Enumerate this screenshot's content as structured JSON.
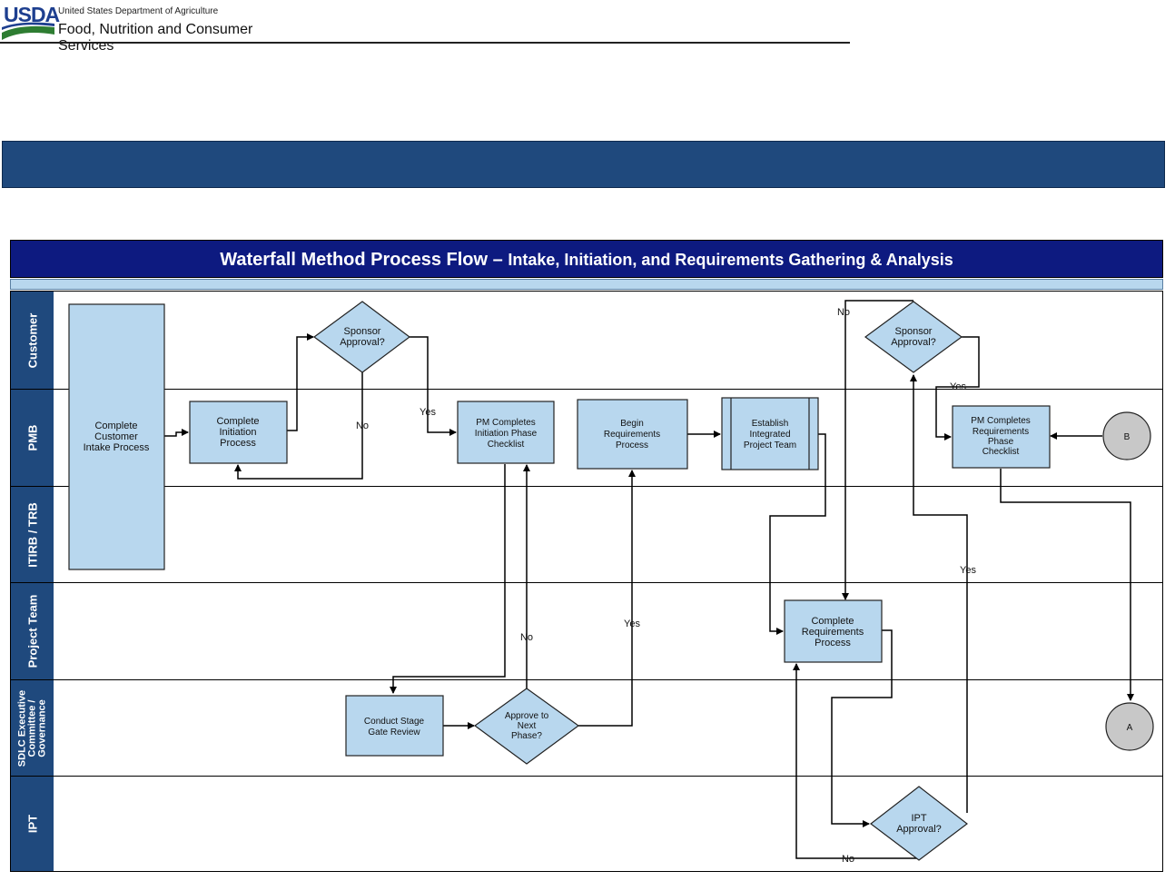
{
  "header": {
    "logo_text": "USDA",
    "department": "United States Department of Agriculture",
    "agency": "Food, Nutrition and Consumer Services"
  },
  "diagram": {
    "title_main": "Waterfall Method Process Flow – ",
    "title_rest": "Intake, Initiation, and Requirements Gathering & Analysis",
    "lanes": [
      "Customer",
      "PMB",
      "ITIRB / TRB",
      "Project Team",
      "SDLC Executive\nCommittee /\nGovernance",
      "IPT"
    ],
    "nodes": {
      "intake": [
        "Complete",
        "Customer",
        "Intake Process"
      ],
      "initiation": [
        "Complete",
        "Initiation",
        "Process"
      ],
      "sponsor1": [
        "Sponsor",
        "Approval?"
      ],
      "pm_initiation": [
        "PM Completes",
        "Initiation Phase",
        "Checklist"
      ],
      "begin_req": [
        "Begin",
        "Requirements",
        "Process"
      ],
      "establish_ipt": [
        "Establish",
        "Integrated",
        "Project Team"
      ],
      "sponsor2": [
        "Sponsor",
        "Approval?"
      ],
      "pm_req": [
        "PM Completes",
        "Requirements",
        "Phase",
        "Checklist"
      ],
      "complete_req": [
        "Complete",
        "Requirements",
        "Process"
      ],
      "stage_gate": [
        "Conduct Stage",
        "Gate Review"
      ],
      "approve_next": [
        "Approve to",
        "Next",
        "Phase?"
      ],
      "ipt_approval": [
        "IPT",
        "Approval?"
      ],
      "connector_b": "B",
      "connector_a": "A"
    },
    "edge_labels": {
      "no_sponsor1": "No",
      "yes_sponsor1": "Yes",
      "no_approve": "No",
      "yes_approve": "Yes",
      "no_sponsor2": "No",
      "yes_sponsor2": "Yes",
      "yes_ipt": "Yes",
      "no_ipt": "No"
    },
    "colors": {
      "lane_header": "#1f497d",
      "title_bar": "#0d1a80",
      "node_fill": "#b8d7ee",
      "connector_fill": "#c8c8c8"
    }
  }
}
